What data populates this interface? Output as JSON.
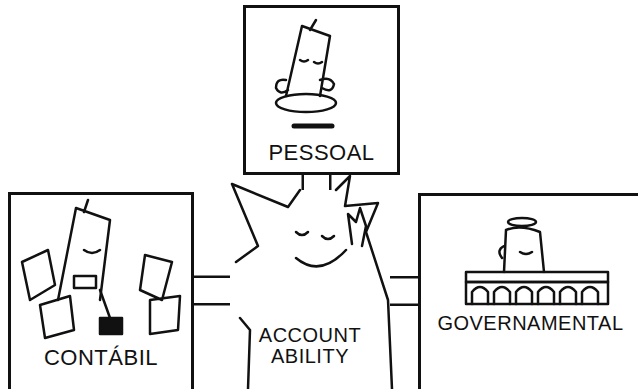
{
  "diagram": {
    "nodes": [
      {
        "text": [
          "PESSOAL"
        ]
      },
      {
        "text": [
          "CONTÁBIL"
        ]
      },
      {
        "text": [
          "ACCOUNT ABILITY"
        ]
      },
      {
        "text": [
          "GOVERNAMENTAL"
        ]
      }
    ],
    "edges": [
      {
        "from": 2,
        "to": 0,
        "arrow": "none"
      },
      {
        "from": 2,
        "to": 1,
        "arrow": "none"
      },
      {
        "from": 2,
        "to": 3,
        "arrow": "none"
      }
    ]
  }
}
